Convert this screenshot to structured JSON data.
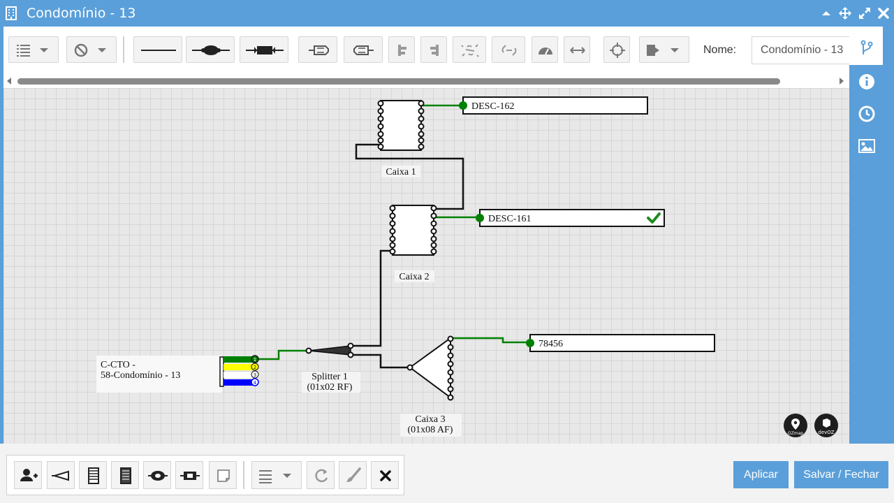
{
  "window": {
    "title": "Condomínio - 13"
  },
  "toolbar": {
    "nome_label": "Nome:",
    "nome_value": "Condomínio - 13",
    "buttons": [
      "list-dropdown",
      "disable-dropdown",
      "cable-plain",
      "cable-splice",
      "cable-connector",
      "ferrule-left",
      "ferrule-right",
      "align-left",
      "align-right",
      "unlink",
      "relink",
      "meter",
      "stretch",
      "center",
      "export-dropdown"
    ]
  },
  "right_sidebar": {
    "tabs": [
      "branch-icon",
      "info-icon",
      "clock-icon",
      "image-icon"
    ]
  },
  "diagram": {
    "boxes": [
      {
        "label": "Caixa 1"
      },
      {
        "label": "Caixa 2"
      },
      {
        "label": "Caixa 3",
        "sublabel": "(01x08 AF)"
      }
    ],
    "splitter": {
      "label": "Splitter 1",
      "sublabel": "(01x02 RF)"
    },
    "cable": {
      "line1": "C-CTO -",
      "line2": "58-Condomínio - 13",
      "fibers": [
        "1",
        "2",
        "3",
        "4"
      ]
    },
    "descs": [
      {
        "text": "DESC-162",
        "check": false
      },
      {
        "text": "DESC-161",
        "check": true
      },
      {
        "text": "78456",
        "check": false
      }
    ],
    "logos": [
      {
        "text": "OZmap"
      },
      {
        "text": "devOZ"
      }
    ]
  },
  "bottom": {
    "apply_label": "Aplicar",
    "save_close_label": "Salvar / Fechar"
  },
  "colors": {
    "accent": "#5a9fd9",
    "fiber_green": "#008000"
  }
}
